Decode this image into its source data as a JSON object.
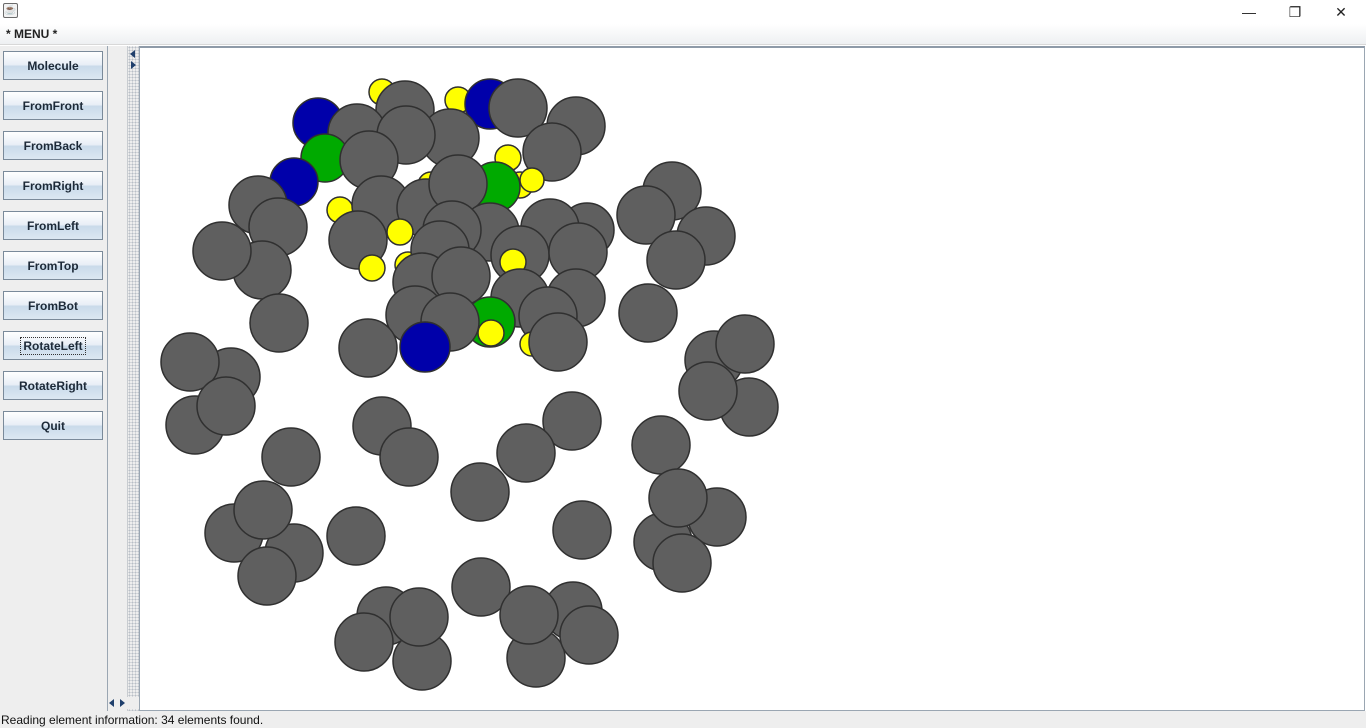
{
  "window": {
    "icon": "java-icon",
    "controls": {
      "minimize": "—",
      "restore": "❐",
      "close": "✕"
    }
  },
  "menu": {
    "label": "* MENU *"
  },
  "sidebar": {
    "buttons": [
      {
        "label": "Molecule"
      },
      {
        "label": "FromFront"
      },
      {
        "label": "FromBack"
      },
      {
        "label": "FromRight"
      },
      {
        "label": "FromLeft"
      },
      {
        "label": "FromTop"
      },
      {
        "label": "FromBot"
      },
      {
        "label": "RotateLeft",
        "focused": true
      },
      {
        "label": "RotateRight"
      },
      {
        "label": "Quit"
      }
    ]
  },
  "colors": {
    "carbon": "#5f5f5f",
    "hydrogen": "#ffff00",
    "nitrogen": "#0000aa",
    "green_atom": "#00aa00",
    "atom_outline": "#303030"
  },
  "status": {
    "text": "Reading element information: 34 elements found."
  }
}
